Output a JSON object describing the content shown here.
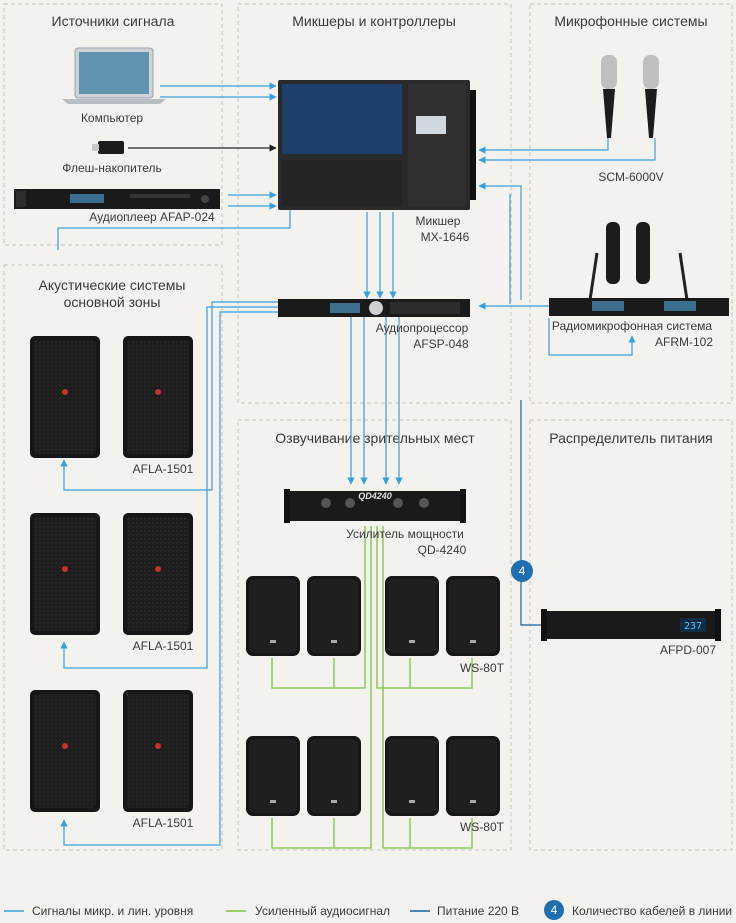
{
  "zones": {
    "sources": "Источники сигнала",
    "mixers": "Микшеры и контроллеры",
    "mics": "Микрофонные системы",
    "main_speakers_line1": "Акустические системы",
    "main_speakers_line2": "основной зоны",
    "audience": "Озвучивание зрительных мест",
    "power": "Распределитель питания"
  },
  "devices": {
    "computer": "Компьютер",
    "flash": "Флеш-накопитель",
    "player": "Аудиоплеер AFAP-024",
    "mixer_line1": "Микшер",
    "mixer_line2": "MX-1646",
    "processor_line1": "Аудиопроцессор",
    "processor_line2": "AFSP-048",
    "wired_mic": "SCM-6000V",
    "radio_line1": "Радиомикрофонная система",
    "radio_line2": "AFRM-102",
    "amp_line1": "Усилитель мощности",
    "amp_line2": "QD-4240",
    "amp_front": "QD4240",
    "power_unit": "AFPD-007",
    "power_display": "237",
    "speaker_main_1": "AFLA-1501",
    "speaker_main_2": "AFLA-1501",
    "speaker_main_3": "AFLA-1501",
    "wall_speaker_1": "WS-80T",
    "wall_speaker_2": "WS-80T",
    "badge_count": "4"
  },
  "legend": {
    "signal": "Сигналы микр. и лин. уровня",
    "amplified": "Усиленный аудиосигнал",
    "power": "Питание 220 В",
    "badge": "4",
    "cables": "Количество кабелей в линии"
  },
  "colors": {
    "signal": "#3aa0dc",
    "amplified": "#7cc242",
    "power": "#1f5f9e",
    "badge": "#1f6fb0",
    "zone_border": "#c8c2bb"
  }
}
